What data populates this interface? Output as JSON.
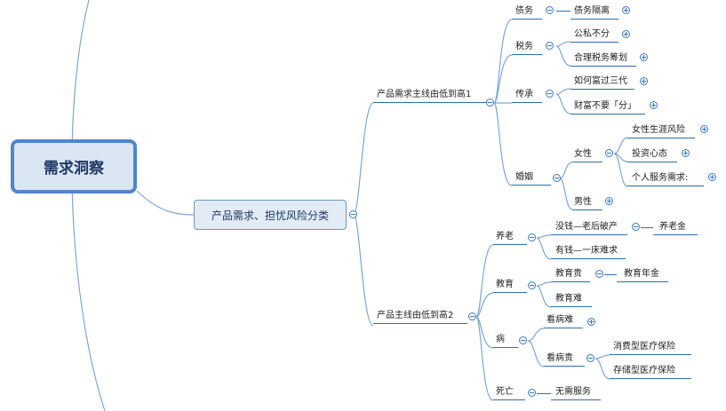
{
  "root": {
    "label": "需求洞察"
  },
  "main": {
    "label": "产品需求、担忧风险分类"
  },
  "branch1": {
    "label": "产品需求主线由低到高1",
    "items": {
      "zhaiwu": {
        "label": "债务",
        "children": [
          "债务隔离"
        ]
      },
      "shuiwu": {
        "label": "税务",
        "children": [
          "公私不分",
          "合理税务筹划"
        ]
      },
      "chuancheng": {
        "label": "传承",
        "children": [
          "如何富过三代",
          "财富不要「分」"
        ]
      },
      "hunyin": {
        "label": "婚姻",
        "nvxing": {
          "label": "女性",
          "children": [
            "女性生涯风险",
            "投资心态",
            "个人服务需求:"
          ]
        },
        "nanxing": {
          "label": "男性"
        }
      }
    }
  },
  "branch2": {
    "label": "产品主线由低到高2",
    "items": {
      "yanglao": {
        "label": "养老",
        "meiqian": "没钱—老后破产",
        "yanglaojin": "养老金",
        "youqian": "有钱—一床难求"
      },
      "jiaoyu": {
        "label": "教育",
        "jiaoyugui": "教育贵",
        "nianjin": "教育年金",
        "jiaoyunan": "教育难"
      },
      "bing": {
        "label": "病",
        "kanbingnan": "看病难",
        "kanbinggui": "看病贵",
        "xiaofei": "消费型医疗保险",
        "cunchu": "存储型医疗保险"
      },
      "siwang": {
        "label": "死亡",
        "fuwu": "无需服务"
      }
    }
  },
  "colors": {
    "line": "#2f6db0",
    "node_border": "#4f86cc",
    "node_fill": "#dbe6f4",
    "curve": "#7ea6d6"
  }
}
